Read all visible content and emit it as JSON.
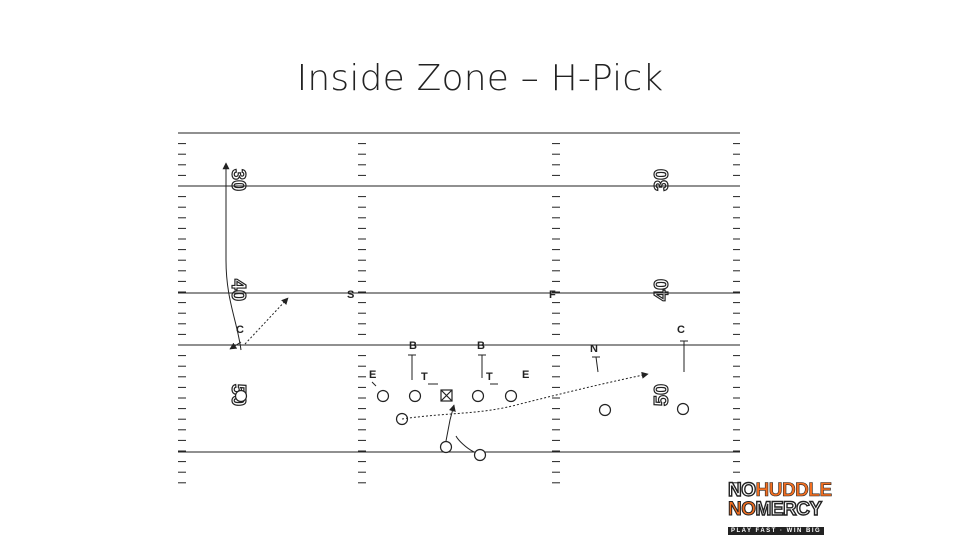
{
  "slide": {
    "title": "Inside Zone – H-Pick"
  },
  "diagram": {
    "yard_numbers": {
      "left_top": "30",
      "right_top": "30",
      "left_mid": "40",
      "right_mid": "40",
      "left_bottom": "50",
      "right_bottom": "50"
    },
    "defense": {
      "safety_left": "S",
      "safety_right": "F",
      "corner_left": "C",
      "corner_right": "C",
      "backer_left": "B",
      "backer_right": "B",
      "end_left": "E",
      "tackle_left": "T",
      "tackle_right": "T",
      "end_right": "E",
      "nickel": "N"
    }
  },
  "logo": {
    "line1_a": "NO",
    "line1_b": "HUDDLE",
    "line2_a": "NO",
    "line2_b": "MERCY",
    "tagline": "PLAY FAST · WIN BIG"
  }
}
